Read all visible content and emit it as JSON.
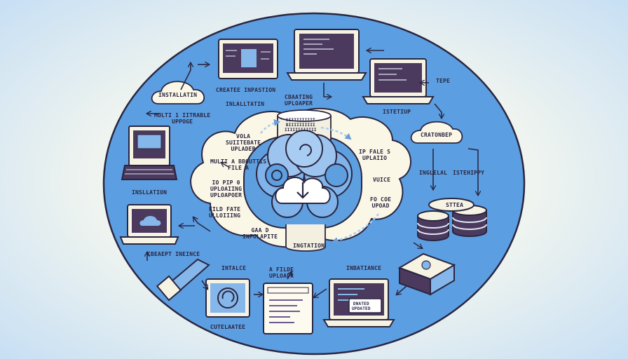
{
  "labels": {
    "installatin": "INSTALLATIN",
    "create_inpastion": "CREATEE INPASTION",
    "installtatin": "INLALLTATIN",
    "creating_uploaper": [
      "CBAATING",
      "UPLOAPER"
    ],
    "tepe": "TEPE",
    "multi_iitrable": [
      "MULTI 1 IITRABLE",
      "UPPOGE"
    ],
    "istetiup": "ISTETIUP",
    "cratonbep": "CRATONBEP",
    "vola_suitable": [
      "VOLA",
      "SUIITEBATE",
      "UPLADER"
    ],
    "ip_fale": [
      "IP FALE S",
      "UPLAIIO"
    ],
    "multi_abounts": [
      "MULTI  A BBOUTTIS",
      "FILE A"
    ],
    "ip_uploading": [
      "IO PIP 0",
      "UPLOAIING",
      "UPLOAPOER"
    ],
    "vuice": "VUICE",
    "fo_coe": [
      "FO COE",
      "UPOAD"
    ],
    "installation": "INSLLATION",
    "ingelal": "INGLELAL",
    "istehippy": "ISTEHIPPY",
    "strea": "STTEA",
    "file_fate": [
      "FILD FATE",
      "ULLOIIING"
    ],
    "gaa_infolapite": [
      "GAA D",
      "INFOLAPITE"
    ],
    "ingtation": "INGTATION",
    "create_ineince": "CBEAEPT INEINCE",
    "intalce": "INTALCE",
    "afilde": [
      "A FILDE",
      "UPLOAPR"
    ],
    "inbatiance": "INBATIANCE",
    "cutelatee": "CUTELAATEE",
    "cylinder_lines": [
      "SIIIIIIIIIT",
      "BIIIIIIIIII",
      "IIIIIIIIIIII"
    ],
    "updated_badge": [
      "DNATED",
      "UPDATED"
    ]
  }
}
